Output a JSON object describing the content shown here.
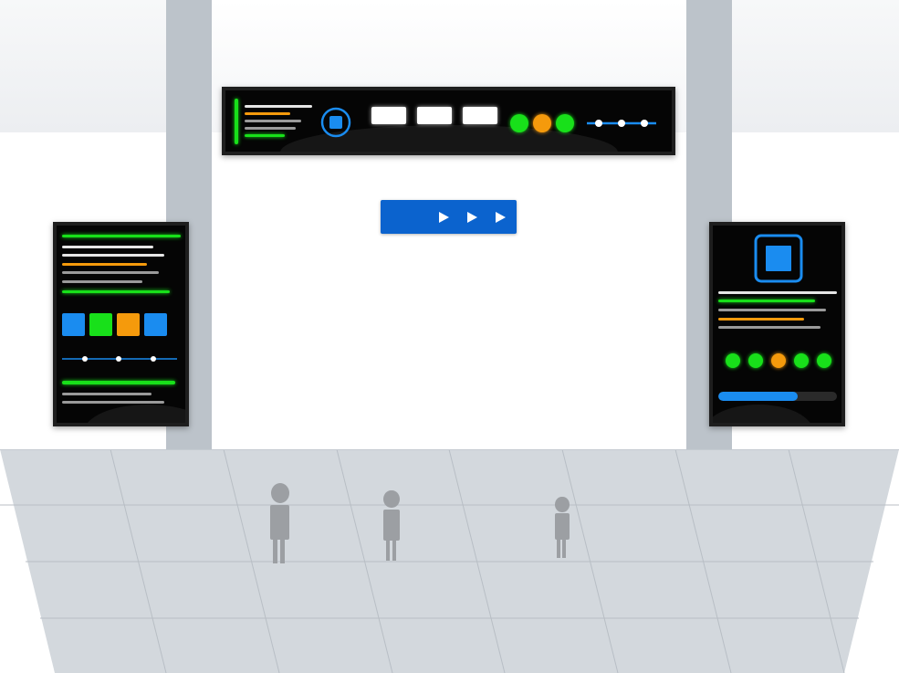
{
  "colors": {
    "screen_bg": "#050505",
    "accent_green": "#18e01a",
    "accent_orange": "#f59a0c",
    "accent_blue": "#1a8cf0",
    "cta_blue": "#0b63ce",
    "floor": "#d2d7dc",
    "pillar": "#bcc3ca",
    "silhouette": "#9c9fa3"
  },
  "top_display": {
    "icon": "stop-square-icon",
    "button_count": 3,
    "status_dots": [
      "#18e01a",
      "#f59a0c",
      "#18e01a"
    ]
  },
  "cta_banner": {
    "icons": [
      "play-arrow-icon",
      "play-arrow-icon",
      "play-arrow-icon"
    ]
  },
  "left_display": {
    "tiles": [
      "#1a8cf0",
      "#18e01a",
      "#f59a0c",
      "#1a8cf0"
    ]
  },
  "right_display": {
    "icon": "stop-square-icon",
    "status_dots": [
      "#18e01a",
      "#18e01a",
      "#f59a0c",
      "#18e01a",
      "#18e01a"
    ],
    "progress": 0.67
  },
  "people_count": 3
}
